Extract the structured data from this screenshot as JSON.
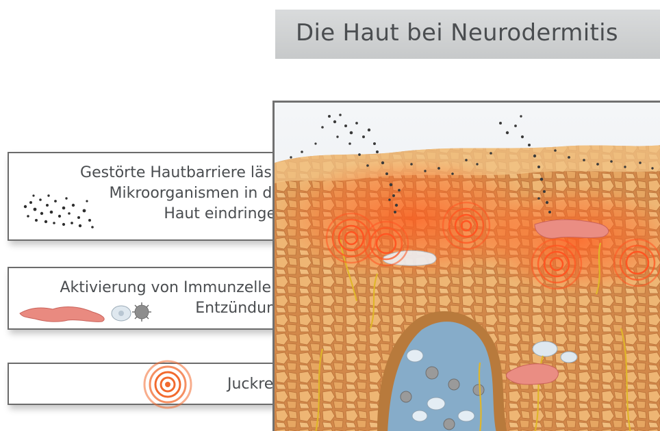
{
  "title": "Die Haut bei Neurodermitis",
  "legend": {
    "barrier": {
      "line1": "Gestörte Hautbarriere lässt",
      "line2": "Mikroorganismen in die",
      "line3": "Haut eindringen",
      "icon": "microorganisms-icon"
    },
    "immune": {
      "line1": "Aktivierung von Immunzellen,",
      "line2": "Entzündung",
      "icon": "immune-cells-icon"
    },
    "itch": {
      "label": "Juckreiz",
      "icon": "itch-rings-icon"
    }
  },
  "colors": {
    "title_bg": "#cfd1d2",
    "title_text": "#4a4d50",
    "skin": "#e8a862",
    "inflammation": "#f26a2e",
    "immune_cell": "#e98a80",
    "vessel": "#7fa7c7"
  }
}
